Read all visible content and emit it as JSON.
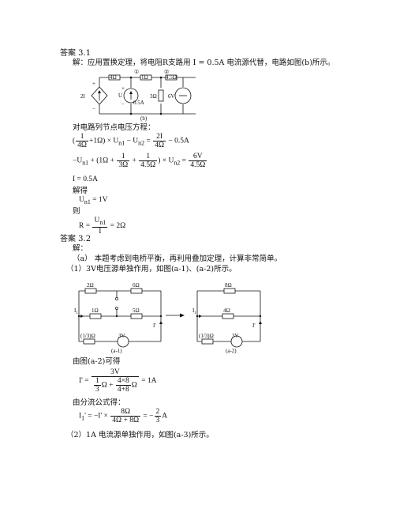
{
  "sec31": {
    "title": "答案 3.1",
    "intro": "解：应用置换定理，将电阻R支路用 I = 0.5A 电流源代替，电路如图(b)所示。",
    "fig": {
      "node1": "①",
      "node2": "②",
      "r1": "4Ω",
      "r2": "1Ω",
      "r3": "4.5Ω",
      "r4": "3Ω",
      "cs_label": "0.5A",
      "u_label": "U",
      "v6": "6V",
      "dep": "2I",
      "plus": "+",
      "minus": "−",
      "caption": "(b)"
    },
    "node_title": "对电路列节点电压方程：",
    "eq1": {
      "open": "(",
      "n1": "1",
      "d1": "4Ω",
      "rest": "+1Ω) × U",
      "sub1": "n1",
      "mid": " − U",
      "sub2": "n2",
      "eqs": " = ",
      "n2": "2I",
      "d2": "4Ω",
      "tail": " − 0.5A"
    },
    "eq2": {
      "head": "−U",
      "sub1": "n1",
      "open": " + (1Ω + ",
      "n1": "1",
      "d1": "3Ω",
      "plus": " + ",
      "n2": "1",
      "d2": "4.5Ω",
      "close": ") × U",
      "sub2": "n2",
      "eqs": " = ",
      "n3": "6V",
      "d3": "4.5Ω"
    },
    "eq3": "I = 0.5A",
    "solve": "解得",
    "res": {
      "u": "U",
      "sub": "n1",
      "val": " = 1V"
    },
    "then": "则",
    "r_eq": {
      "lhs": "R = ",
      "num": "U",
      "sub": "n1",
      "den": "I",
      "val": " = 2Ω"
    }
  },
  "sec32": {
    "title": "答案 3.2",
    "intro": "解：",
    "a": "（a） 本题考虑到电桥平衡，再利用叠加定理，计算非常简单。",
    "p1": "（1）3V电压源单独作用，如图(a-1)、(a-2)所示。",
    "fig1": {
      "r1": "2Ω",
      "r2": "6Ω",
      "r3": "1Ω",
      "r4": "5Ω",
      "r5": "(1/3)Ω",
      "v": "3V",
      "i1": "I",
      "i1sub": "1",
      "ip": "I'",
      "caption": "(a-1)"
    },
    "fig2": {
      "r1": "8Ω",
      "r2": "4Ω",
      "r3": "(1/3)Ω",
      "v": "3V",
      "i1": "I",
      "i1sub": "1",
      "ip": "I'",
      "caption": "(a-2)"
    },
    "from": "由图(a-2)可得",
    "eq_i": {
      "lhs": "I' = ",
      "num": "3V",
      "d_a_num": "1",
      "d_a_den": "3",
      "d_a_u": "Ω + ",
      "d_b_num": "4×8",
      "d_b_den": "4+8",
      "d_b_u": "Ω",
      "val": " = 1A"
    },
    "div": "由分流公式得：",
    "eq_i1": {
      "lhs": "I",
      "sub": "1",
      "mid": "' = −I' × ",
      "num": "8Ω",
      "den": "4Ω + 8Ω",
      "eqs": " = −",
      "n": "2",
      "d": "3",
      "unit": "A"
    },
    "p2": "（2）1A 电流源单独作用，如图(a-3)所示。"
  }
}
